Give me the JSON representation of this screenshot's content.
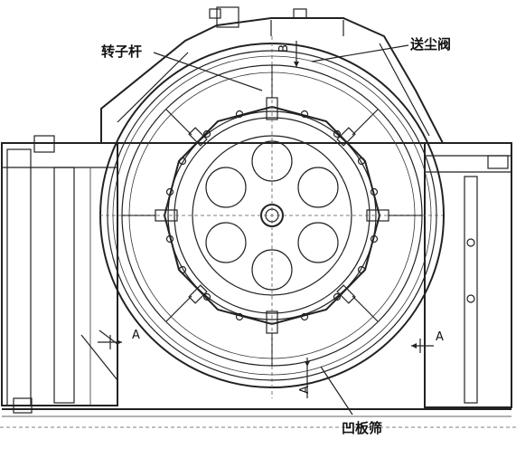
{
  "labels": {
    "rotor_bar": "转子杆",
    "dust_valve": "送尘阀",
    "concave_screen": "凹板筛",
    "section_a_left": "A",
    "section_a_right": "A",
    "section_a_bottom": "A",
    "section_b_top": "B"
  }
}
